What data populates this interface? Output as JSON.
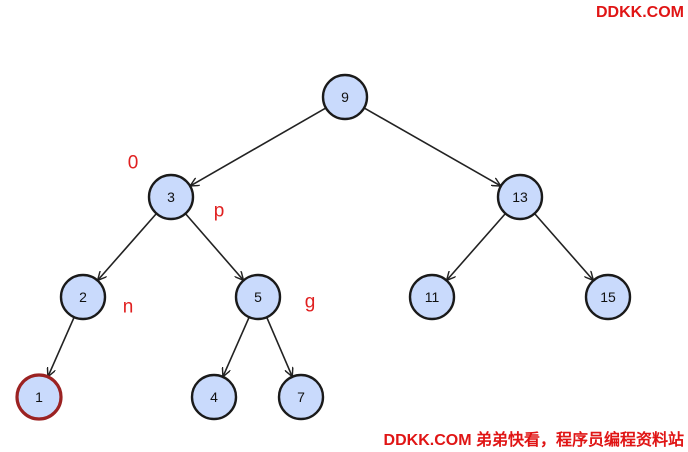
{
  "watermark": {
    "top": "DDKK.COM",
    "bottom": "DDKK.COM 弟弟快看，程序员编程资料站"
  },
  "tree": {
    "nodes": [
      {
        "id": "n9",
        "label": "9"
      },
      {
        "id": "n3",
        "label": "3"
      },
      {
        "id": "n13",
        "label": "13"
      },
      {
        "id": "n2",
        "label": "2"
      },
      {
        "id": "n5",
        "label": "5"
      },
      {
        "id": "n11",
        "label": "11"
      },
      {
        "id": "n15",
        "label": "15"
      },
      {
        "id": "n1",
        "label": "1",
        "highlighted": true
      },
      {
        "id": "n4",
        "label": "4"
      },
      {
        "id": "n7",
        "label": "7"
      }
    ],
    "edges": [
      {
        "from": "n9",
        "to": "n3"
      },
      {
        "from": "n9",
        "to": "n13"
      },
      {
        "from": "n3",
        "to": "n2"
      },
      {
        "from": "n3",
        "to": "n5"
      },
      {
        "from": "n13",
        "to": "n11"
      },
      {
        "from": "n13",
        "to": "n15"
      },
      {
        "from": "n2",
        "to": "n1"
      },
      {
        "from": "n5",
        "to": "n4"
      },
      {
        "from": "n5",
        "to": "n7"
      }
    ],
    "annotations": [
      {
        "label": "0"
      },
      {
        "label": "p"
      },
      {
        "label": "n"
      },
      {
        "label": "g"
      }
    ]
  },
  "colors": {
    "node_fill": "#c9dafc",
    "node_stroke": "#1a1a1a",
    "highlight_stroke": "#9b2222",
    "annotation": "#e02020",
    "watermark": "#e01515"
  }
}
